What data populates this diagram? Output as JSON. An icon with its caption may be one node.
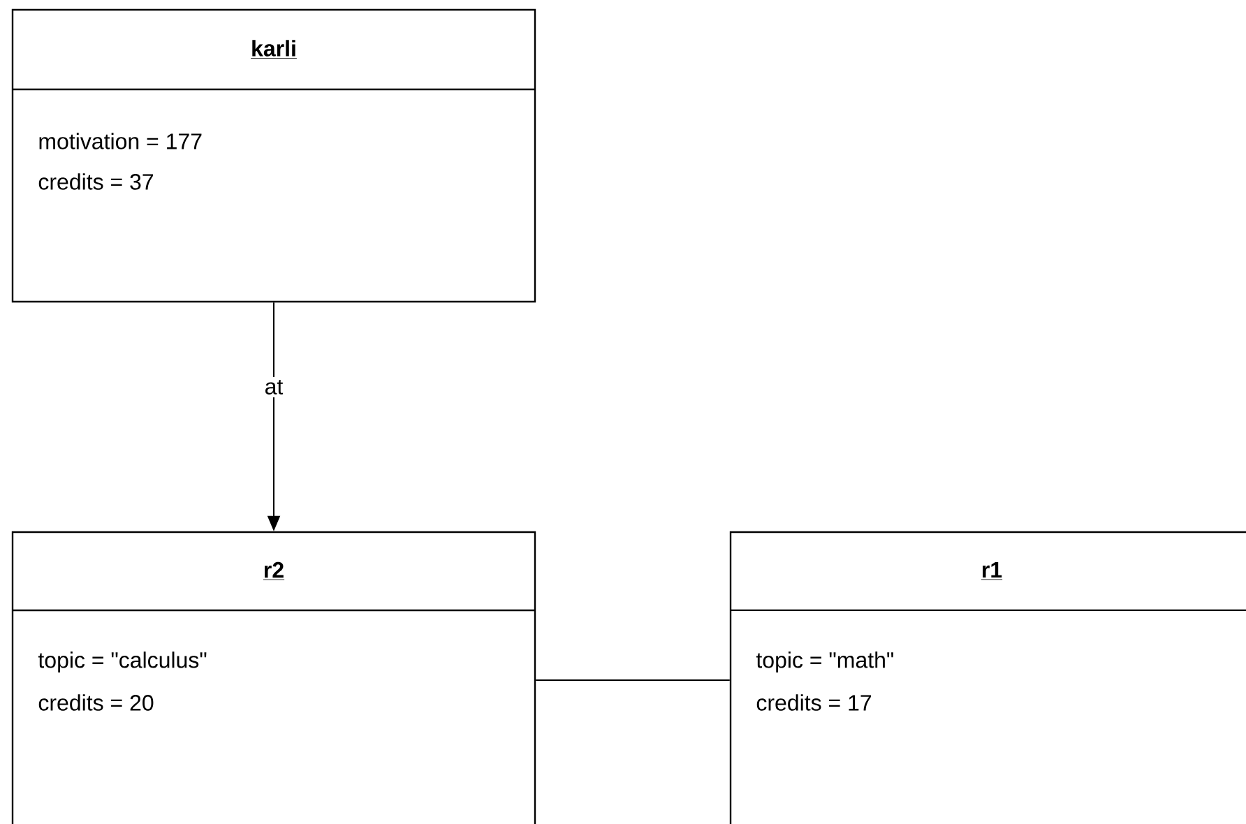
{
  "diagram": {
    "nodes": [
      {
        "text": [
          "karli",
          "motivation = 177",
          "credits = 37"
        ]
      },
      {
        "text": [
          "r2",
          "topic = \"calculus\"",
          "credits = 20"
        ]
      },
      {
        "text": [
          "r1",
          "topic = \"math\"",
          "credits = 17"
        ]
      }
    ],
    "edges": [
      {
        "from": 0,
        "to": 1,
        "arrow": "to",
        "label": "at"
      },
      {
        "from": 1,
        "to": 2,
        "arrow": "none"
      }
    ]
  }
}
